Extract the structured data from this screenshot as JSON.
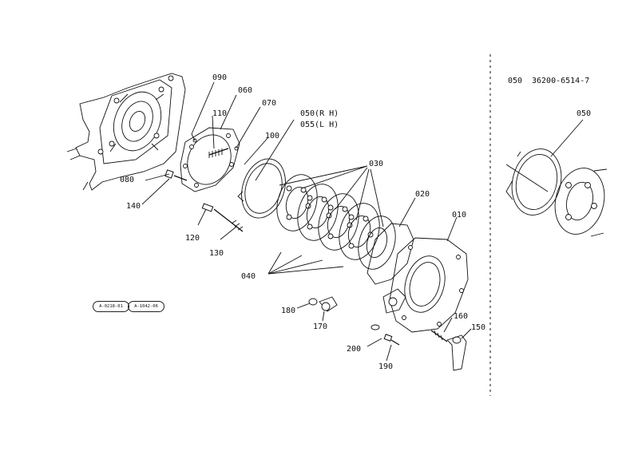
{
  "labels": {
    "p090": "090",
    "p060": "060",
    "p070": "070",
    "p110": "110",
    "p050": "050(R H)",
    "p055": "055(L H)",
    "p100": "100",
    "p030": "030",
    "p080": "080",
    "p140": "140",
    "p020": "020",
    "p010": "010",
    "p120": "120",
    "p130": "130",
    "p040": "040",
    "p180": "180",
    "p170": "170",
    "p160": "160",
    "p150": "150",
    "p200": "200",
    "p190": "190",
    "inset_050": "050"
  },
  "inset_header": {
    "code": "050",
    "part_number": "36200-6514-7"
  },
  "references": {
    "ref_a": "A-0218-01",
    "ref_b": "A-1042-06"
  }
}
